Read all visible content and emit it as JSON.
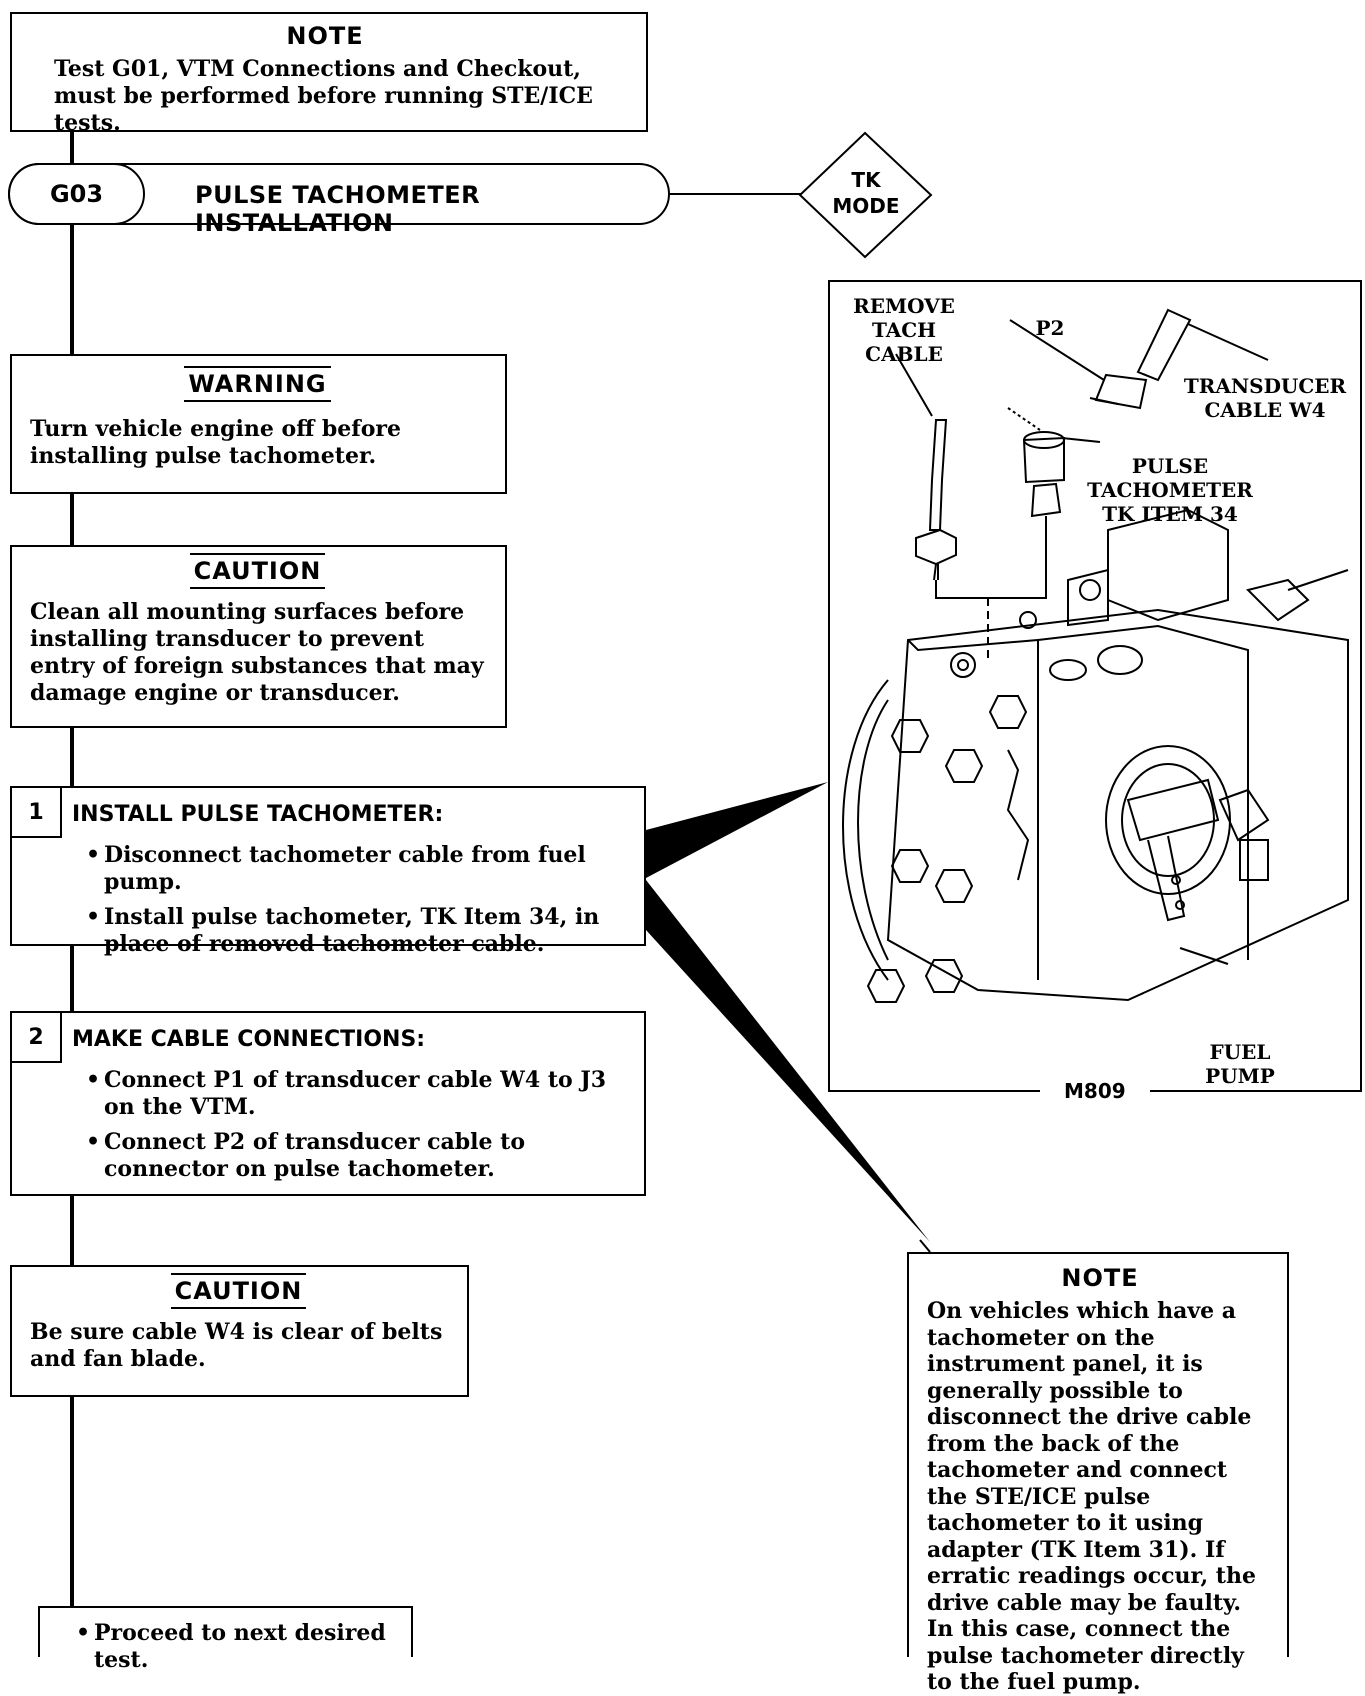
{
  "note_top": {
    "heading": "NOTE",
    "text": "Test G01, VTM Connections and Checkout, must be performed before running STE/ICE tests."
  },
  "test_header": {
    "code": "G03",
    "title": "PULSE TACHOMETER INSTALLATION",
    "mode": "TK MODE"
  },
  "warning": {
    "heading": "WARNING",
    "text": "Turn vehicle engine off before installing pulse tachometer."
  },
  "caution_1": {
    "heading": "CAUTION",
    "text": "Clean all mounting surfaces before installing transducer to prevent entry of foreign substances that may damage engine or transducer."
  },
  "step_1": {
    "number": "1",
    "title": "INSTALL PULSE TACHOMETER:",
    "bullets": [
      "Disconnect tachometer cable from fuel pump.",
      "Install pulse tachometer, TK Item 34, in place of removed tachometer cable."
    ]
  },
  "step_2": {
    "number": "2",
    "title": "MAKE CABLE CONNECTIONS:",
    "bullets": [
      "Connect P1 of transducer cable W4 to J3 on the VTM.",
      "Connect P2 of transducer cable to connector on pulse tachometer."
    ]
  },
  "caution_2": {
    "heading": "CAUTION",
    "text": "Be sure cable W4 is clear of belts and fan blade."
  },
  "final": {
    "text": "Proceed to next desired test."
  },
  "illustration": {
    "remove_tach_cable": [
      "REMOVE",
      "TACH",
      "CABLE"
    ],
    "p2": "P2",
    "transducer_cable": [
      "TRANSDUCER",
      "CABLE W4"
    ],
    "pulse_tachometer": [
      "PULSE",
      "TACHOMETER",
      "TK ITEM 34"
    ],
    "fuel_pump": [
      "FUEL",
      "PUMP"
    ],
    "model": "M809"
  },
  "note_side": {
    "heading": "NOTE",
    "text": "On vehicles which have a tachometer on the instrument panel, it is generally possible to disconnect the drive cable from the back of the tachometer and connect the STE/ICE pulse tachometer to it using adapter (TK Item 31). If erratic readings occur, the drive cable may be faulty. In this case, connect the pulse tachometer directly to the fuel pump."
  }
}
